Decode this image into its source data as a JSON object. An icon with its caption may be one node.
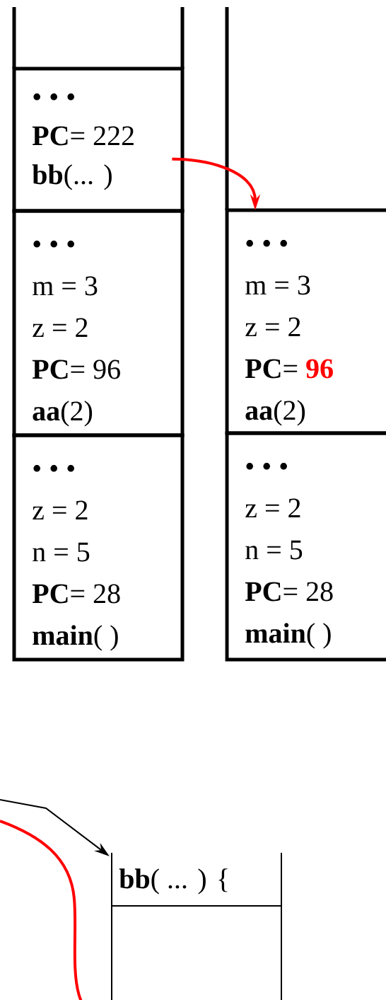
{
  "diagram": {
    "nodes": [
      {
        "text": [
          "• • •",
          "**PC**= 222",
          "**bb**(... )"
        ]
      },
      {
        "text": [
          "• • •",
          "m = 3",
          "z = 2",
          "**PC**= 96",
          "**aa**(2)"
        ]
      },
      {
        "text": [
          "• • •",
          "z = 2",
          "n = 5",
          "**PC**= 28",
          "**main**(  )"
        ]
      },
      {
        "text": [
          "• • •",
          "m = 3",
          "z = 2",
          "**PC**= **96**",
          "**aa**(2)"
        ]
      },
      {
        "text": [
          "• • •",
          "z = 2",
          "n = 5",
          "**PC**= 28",
          "**main**(  )"
        ]
      },
      {
        "text": [
          "**bb**( ... ) {"
        ]
      },
      {
        "text": [],
        "shape": "box"
      }
    ],
    "edges": [
      {
        "from": 0,
        "to": 3,
        "arrow": "to",
        "color": "#ff0000"
      },
      {
        "from": null,
        "to": 5,
        "arrow": "to",
        "color": "#000000"
      },
      {
        "from": null,
        "to": 6,
        "arrow": "none",
        "color": "#ff0000"
      }
    ]
  }
}
